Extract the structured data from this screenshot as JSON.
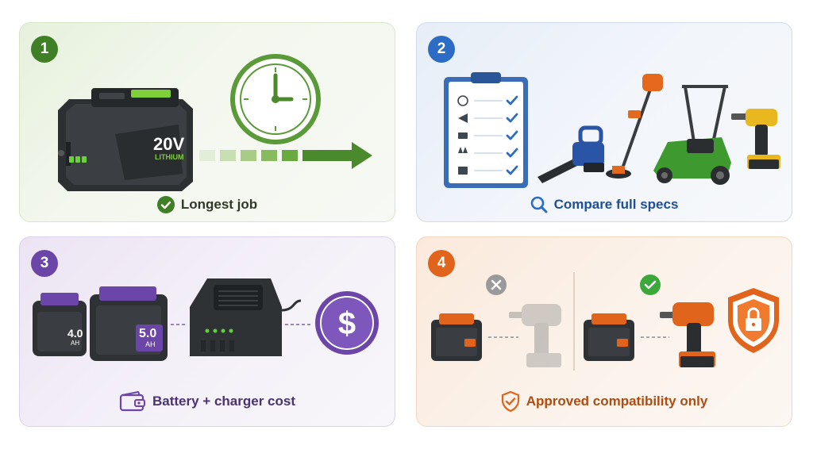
{
  "panels": [
    {
      "number": "1",
      "caption": "Longest job",
      "battery_voltage": "20V",
      "battery_chem": "LITHIUM",
      "color": "#4a8a2c",
      "icon": "check-circle-icon"
    },
    {
      "number": "2",
      "caption": "Compare full specs",
      "color": "#2c6cc4",
      "icon": "search-icon"
    },
    {
      "number": "3",
      "caption": "Battery + charger cost",
      "battery_small": "4.0",
      "battery_large": "5.0",
      "unit": "AH",
      "color": "#6b45a8",
      "icon": "wallet-icon"
    },
    {
      "number": "4",
      "caption": "Approved compatibility only",
      "color": "#e0641b",
      "icon": "shield-check-icon"
    }
  ]
}
